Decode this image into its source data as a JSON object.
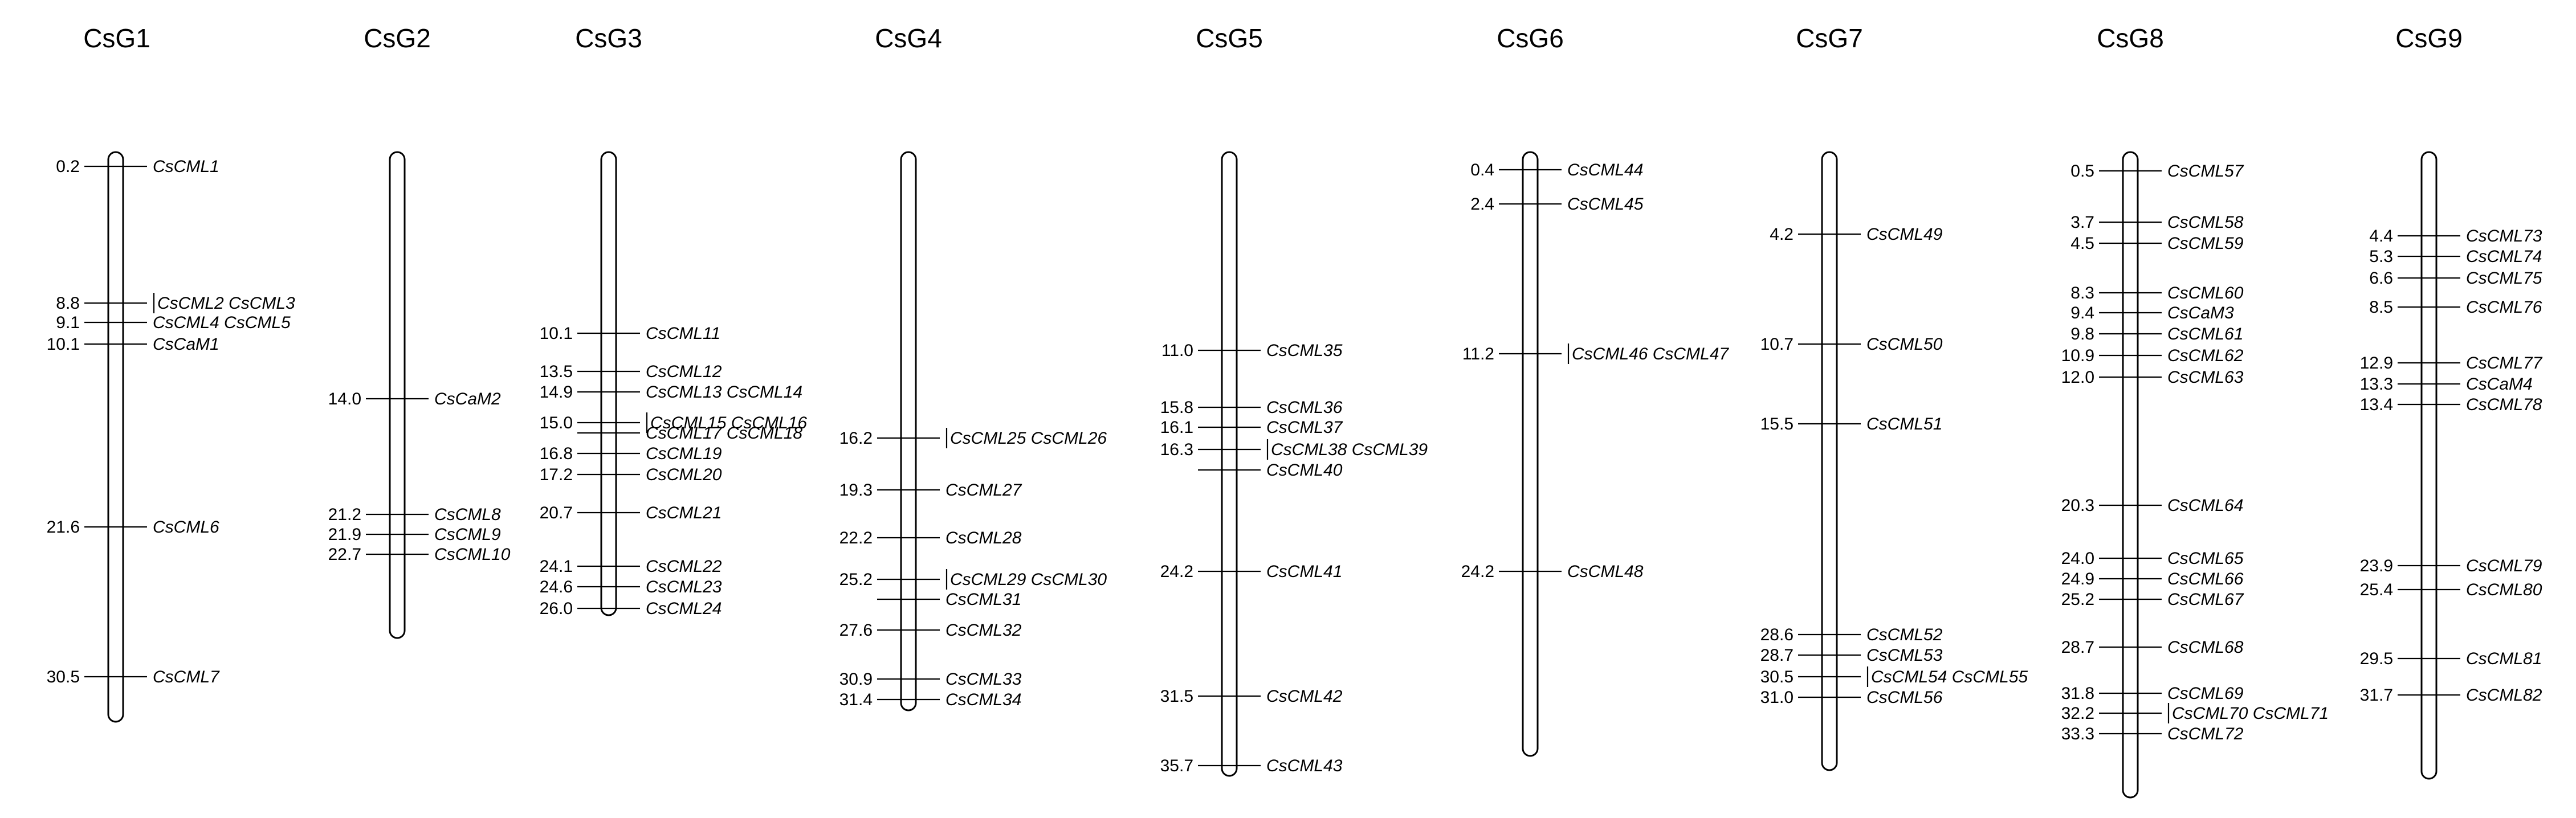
{
  "chart_data": {
    "type": "chromosome_map",
    "chromosomes": [
      {
        "name": "CsG1",
        "genes": [
          {
            "pos": "0.2",
            "names": [
              "CsCML1"
            ]
          },
          {
            "pos": "8.8",
            "names": [
              "CsCML2",
              "CsCML3"
            ]
          },
          {
            "pos": "9.1",
            "names": [
              "CsCML4",
              "CsCML5"
            ]
          },
          {
            "pos": "10.1",
            "names": [
              "CsCaM1"
            ]
          },
          {
            "pos": "21.6",
            "names": [
              "CsCML6"
            ]
          },
          {
            "pos": "30.5",
            "names": [
              "CsCML7"
            ]
          }
        ]
      },
      {
        "name": "CsG2",
        "genes": [
          {
            "pos": "14.0",
            "names": [
              "CsCaM2"
            ]
          },
          {
            "pos": "21.2",
            "names": [
              "CsCML8"
            ]
          },
          {
            "pos": "21.9",
            "names": [
              "CsCML9"
            ]
          },
          {
            "pos": "22.7",
            "names": [
              "CsCML10"
            ]
          }
        ]
      },
      {
        "name": "CsG3",
        "genes": [
          {
            "pos": "10.1",
            "names": [
              "CsCML11"
            ]
          },
          {
            "pos": "13.5",
            "names": [
              "CsCML12"
            ]
          },
          {
            "pos": "14.9",
            "names": [
              "CsCML13",
              "CsCML14"
            ]
          },
          {
            "pos": "15.0",
            "names": [
              "CsCML15",
              "CsCML16"
            ]
          },
          {
            "pos": "",
            "names": [
              "CsCML17",
              "CsCML18"
            ]
          },
          {
            "pos": "16.8",
            "names": [
              "CsCML19"
            ]
          },
          {
            "pos": "17.2",
            "names": [
              "CsCML20"
            ]
          },
          {
            "pos": "20.7",
            "names": [
              "CsCML21"
            ]
          },
          {
            "pos": "24.1",
            "names": [
              "CsCML22"
            ]
          },
          {
            "pos": "24.6",
            "names": [
              "CsCML23"
            ]
          },
          {
            "pos": "26.0",
            "names": [
              "CsCML24"
            ]
          }
        ]
      },
      {
        "name": "CsG4",
        "genes": [
          {
            "pos": "16.2",
            "names": [
              "CsCML25",
              "CsCML26"
            ]
          },
          {
            "pos": "19.3",
            "names": [
              "CsCML27"
            ]
          },
          {
            "pos": "22.2",
            "names": [
              "CsCML28"
            ]
          },
          {
            "pos": "25.2",
            "names": [
              "CsCML29",
              "CsCML30"
            ]
          },
          {
            "pos": "",
            "names": [
              "CsCML31"
            ]
          },
          {
            "pos": "27.6",
            "names": [
              "CsCML32"
            ]
          },
          {
            "pos": "30.9",
            "names": [
              "CsCML33"
            ]
          },
          {
            "pos": "31.4",
            "names": [
              "CsCML34"
            ]
          }
        ]
      },
      {
        "name": "CsG5",
        "genes": [
          {
            "pos": "11.0",
            "names": [
              "CsCML35"
            ]
          },
          {
            "pos": "15.8",
            "names": [
              "CsCML36"
            ]
          },
          {
            "pos": "16.1",
            "names": [
              "CsCML37"
            ]
          },
          {
            "pos": "16.3",
            "names": [
              "CsCML38",
              "CsCML39"
            ]
          },
          {
            "pos": "",
            "names": [
              "CsCML40"
            ]
          },
          {
            "pos": "24.2",
            "names": [
              "CsCML41"
            ]
          },
          {
            "pos": "31.5",
            "names": [
              "CsCML42"
            ]
          },
          {
            "pos": "35.7",
            "names": [
              "CsCML43"
            ]
          }
        ]
      },
      {
        "name": "CsG6",
        "genes": [
          {
            "pos": "0.4",
            "names": [
              "CsCML44"
            ]
          },
          {
            "pos": "2.4",
            "names": [
              "CsCML45"
            ]
          },
          {
            "pos": "11.2",
            "names": [
              "CsCML46",
              "CsCML47"
            ]
          },
          {
            "pos": "24.2",
            "names": [
              "CsCML48"
            ]
          }
        ]
      },
      {
        "name": "CsG7",
        "genes": [
          {
            "pos": "4.2",
            "names": [
              "CsCML49"
            ]
          },
          {
            "pos": "10.7",
            "names": [
              "CsCML50"
            ]
          },
          {
            "pos": "15.5",
            "names": [
              "CsCML51"
            ]
          },
          {
            "pos": "28.6",
            "names": [
              "CsCML52"
            ]
          },
          {
            "pos": "28.7",
            "names": [
              "CsCML53"
            ]
          },
          {
            "pos": "30.5",
            "names": [
              "CsCML54",
              "CsCML55"
            ]
          },
          {
            "pos": "31.0",
            "names": [
              "CsCML56"
            ]
          }
        ]
      },
      {
        "name": "CsG8",
        "genes": [
          {
            "pos": "0.5",
            "names": [
              "CsCML57"
            ]
          },
          {
            "pos": "3.7",
            "names": [
              "CsCML58"
            ]
          },
          {
            "pos": "4.5",
            "names": [
              "CsCML59"
            ]
          },
          {
            "pos": "8.3",
            "names": [
              "CsCML60"
            ]
          },
          {
            "pos": "9.4",
            "names": [
              "CsCaM3"
            ]
          },
          {
            "pos": "9.8",
            "names": [
              "CsCML61"
            ]
          },
          {
            "pos": "10.9",
            "names": [
              "CsCML62"
            ]
          },
          {
            "pos": "12.0",
            "names": [
              "CsCML63"
            ]
          },
          {
            "pos": "20.3",
            "names": [
              "CsCML64"
            ]
          },
          {
            "pos": "24.0",
            "names": [
              "CsCML65"
            ]
          },
          {
            "pos": "24.9",
            "names": [
              "CsCML66"
            ]
          },
          {
            "pos": "25.2",
            "names": [
              "CsCML67"
            ]
          },
          {
            "pos": "28.7",
            "names": [
              "CsCML68"
            ]
          },
          {
            "pos": "31.8",
            "names": [
              "CsCML69"
            ]
          },
          {
            "pos": "32.2",
            "names": [
              "CsCML70",
              "CsCML71"
            ]
          },
          {
            "pos": "33.3",
            "names": [
              "CsCML72"
            ]
          }
        ]
      },
      {
        "name": "CsG9",
        "genes": [
          {
            "pos": "4.4",
            "names": [
              "CsCML73"
            ]
          },
          {
            "pos": "5.3",
            "names": [
              "CsCML74"
            ]
          },
          {
            "pos": "6.6",
            "names": [
              "CsCML75"
            ]
          },
          {
            "pos": "8.5",
            "names": [
              "CsCML76"
            ]
          },
          {
            "pos": "12.9",
            "names": [
              "CsCML77"
            ]
          },
          {
            "pos": "13.3",
            "names": [
              "CsCaM4"
            ]
          },
          {
            "pos": "13.4",
            "names": [
              "CsCML78"
            ]
          },
          {
            "pos": "23.9",
            "names": [
              "CsCML79"
            ]
          },
          {
            "pos": "25.4",
            "names": [
              "CsCML80"
            ]
          },
          {
            "pos": "29.5",
            "names": [
              "CsCML81"
            ]
          },
          {
            "pos": "31.7",
            "names": [
              "CsCML82"
            ]
          }
        ]
      }
    ]
  }
}
